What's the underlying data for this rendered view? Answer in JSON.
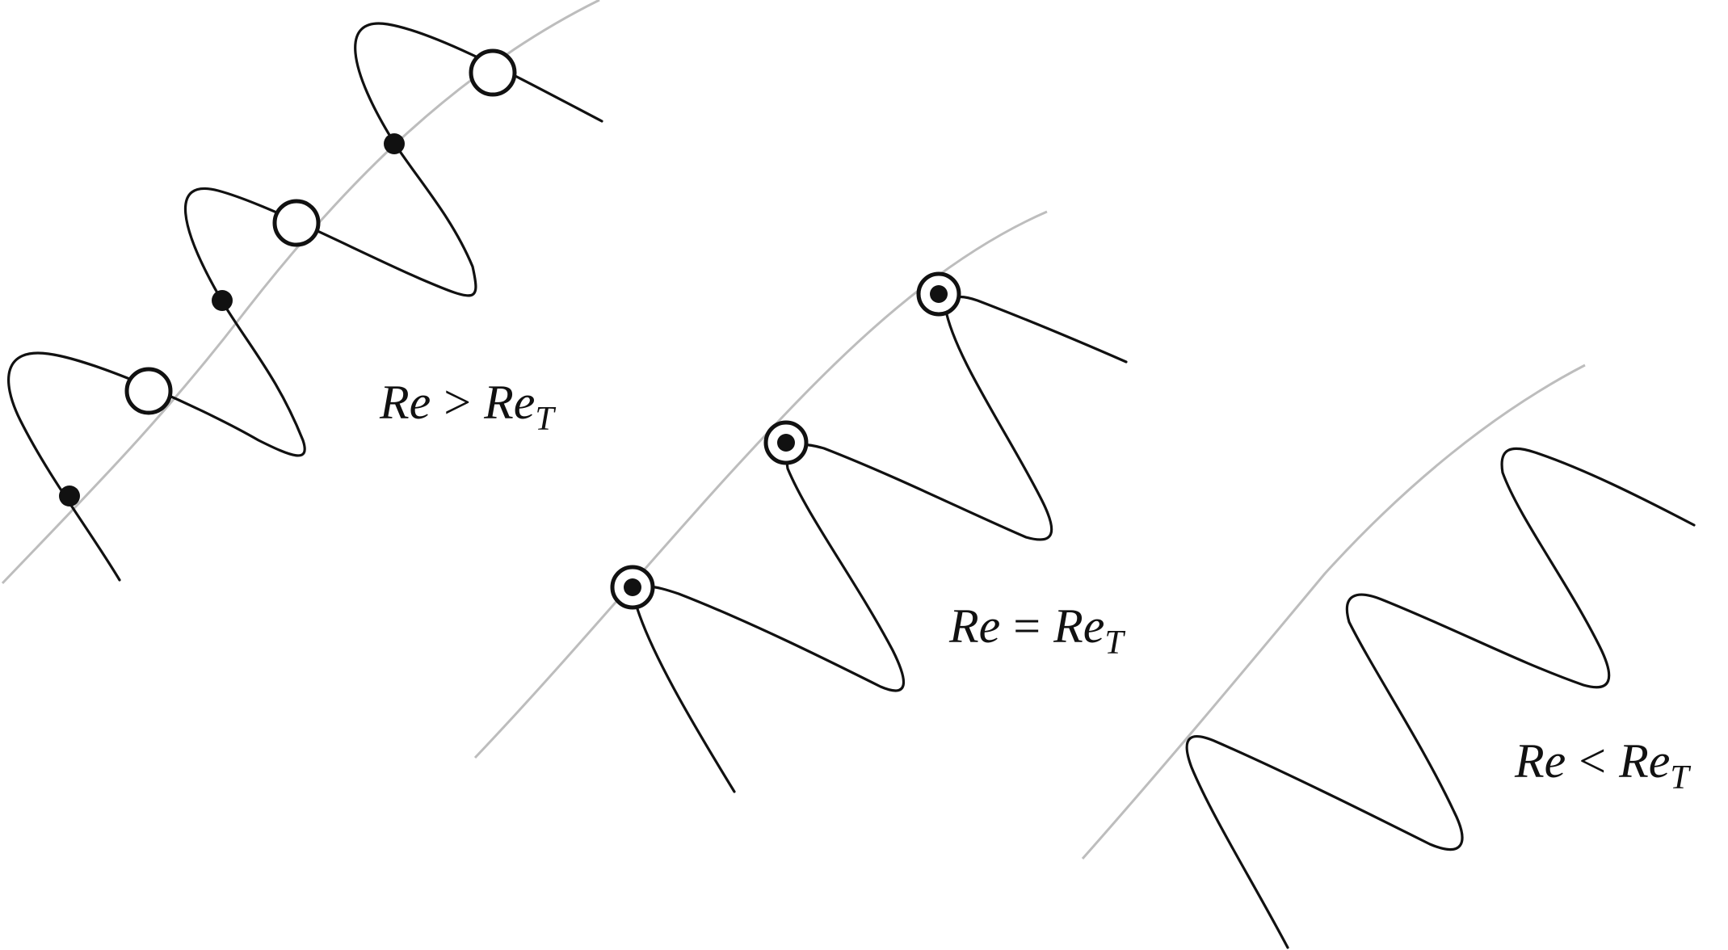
{
  "diagram": {
    "panels": [
      {
        "id": "above",
        "label": {
          "lhs": "Re",
          "op": ">",
          "rhs": "Re",
          "subscript": "T"
        },
        "marker_legend": [
          "open circle",
          "small filled dot"
        ]
      },
      {
        "id": "equal",
        "label": {
          "lhs": "Re",
          "op": "=",
          "rhs": "Re",
          "subscript": "T"
        },
        "marker_legend": [
          "circled dot"
        ]
      },
      {
        "id": "below",
        "label": {
          "lhs": "Re",
          "op": "<",
          "rhs": "Re",
          "subscript": "T"
        },
        "marker_legend": []
      }
    ],
    "colors": {
      "guide_line": "#bdbdbd",
      "curve": "#111111",
      "background": "#ffffff"
    }
  }
}
